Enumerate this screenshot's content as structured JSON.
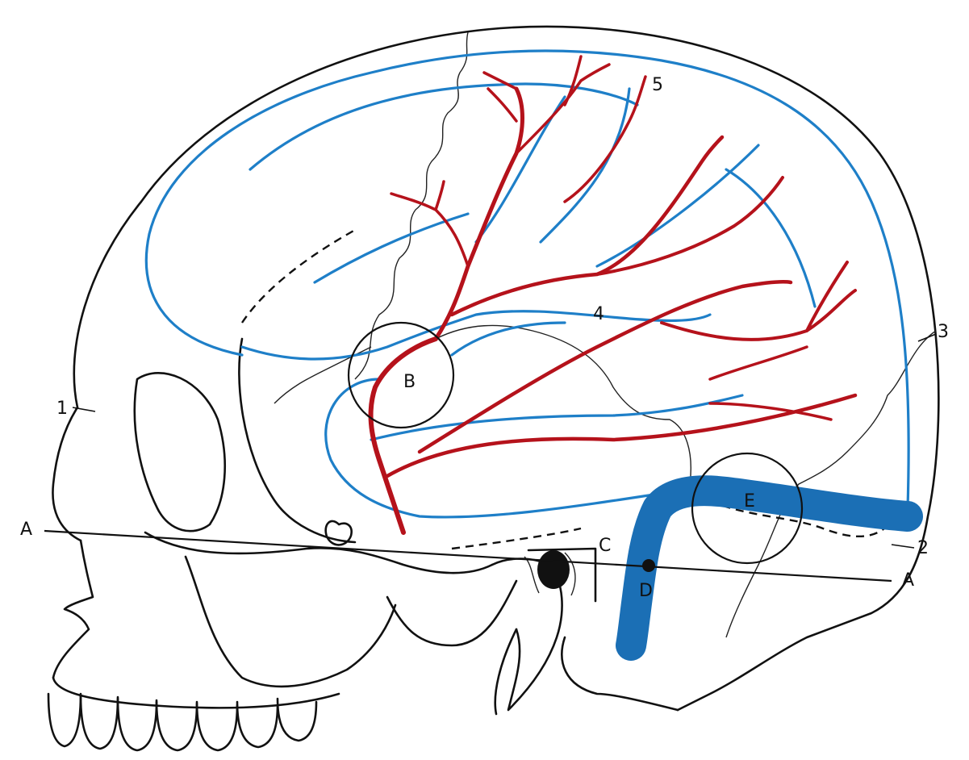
{
  "colors": {
    "outline": "#111111",
    "vein": "#1e7fc8",
    "sinus": "#1b6fb5",
    "artery": "#b5121b"
  },
  "labels": {
    "a_left": "A",
    "a_right": "A",
    "b": "B",
    "c": "C",
    "d": "D",
    "e": "E",
    "n1": "1",
    "n2": "2",
    "n3": "3",
    "n4": "4",
    "n5": "5"
  }
}
